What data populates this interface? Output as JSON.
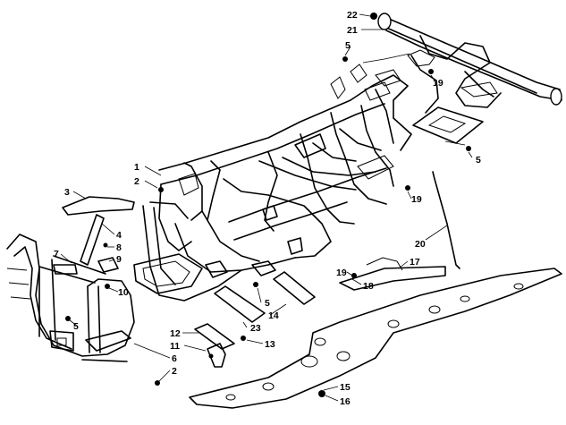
{
  "callouts": [
    {
      "id": "c22",
      "label": "22"
    },
    {
      "id": "c21",
      "label": "21"
    },
    {
      "id": "c5a",
      "label": "5"
    },
    {
      "id": "c19a",
      "label": "19"
    },
    {
      "id": "c5b",
      "label": "5"
    },
    {
      "id": "c1",
      "label": "1"
    },
    {
      "id": "c2a",
      "label": "2"
    },
    {
      "id": "c3",
      "label": "3"
    },
    {
      "id": "c19b",
      "label": "19"
    },
    {
      "id": "c4",
      "label": "4"
    },
    {
      "id": "c8",
      "label": "8"
    },
    {
      "id": "c9",
      "label": "9"
    },
    {
      "id": "c7",
      "label": "7"
    },
    {
      "id": "c20",
      "label": "20"
    },
    {
      "id": "c17",
      "label": "17"
    },
    {
      "id": "c19c",
      "label": "19"
    },
    {
      "id": "c18",
      "label": "18"
    },
    {
      "id": "c10",
      "label": "10"
    },
    {
      "id": "c5c",
      "label": "5"
    },
    {
      "id": "c14",
      "label": "14"
    },
    {
      "id": "c23",
      "label": "23"
    },
    {
      "id": "c5d",
      "label": "5"
    },
    {
      "id": "c12",
      "label": "12"
    },
    {
      "id": "c13",
      "label": "13"
    },
    {
      "id": "c11",
      "label": "11"
    },
    {
      "id": "c6",
      "label": "6"
    },
    {
      "id": "c2b",
      "label": "2"
    },
    {
      "id": "c15",
      "label": "15"
    },
    {
      "id": "c16",
      "label": "16"
    }
  ]
}
